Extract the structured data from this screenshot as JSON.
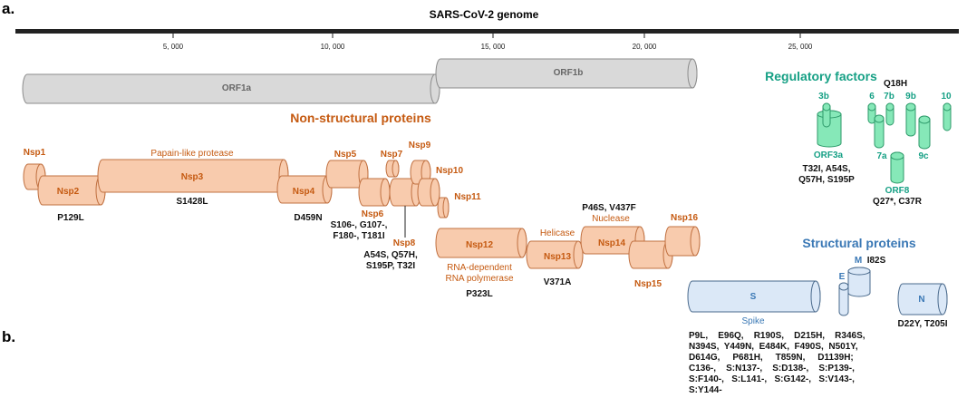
{
  "panel_labels": {
    "a": "a.",
    "b": "b."
  },
  "genome": {
    "title": "SARS-CoV-2 genome",
    "ticks": [
      "5, 000",
      "10, 000",
      "15, 000",
      "20, 000",
      "25, 000"
    ]
  },
  "orfs": {
    "orf1a": "ORF1a",
    "orf1b": "ORF1b"
  },
  "sections": {
    "nonstructural": "Non-structural proteins",
    "regulatory": "Regulatory factors",
    "structural": "Structural proteins"
  },
  "nsp": {
    "nsp1": "Nsp1",
    "nsp2": "Nsp2",
    "nsp3": "Nsp3",
    "nsp4": "Nsp4",
    "nsp5": "Nsp5",
    "nsp6": "Nsp6",
    "nsp7": "Nsp7",
    "nsp8": "Nsp8",
    "nsp9": "Nsp9",
    "nsp10": "Nsp10",
    "nsp11": "Nsp11",
    "nsp12": "Nsp12",
    "nsp13": "Nsp13",
    "nsp14": "Nsp14",
    "nsp15": "Nsp15",
    "nsp16": "Nsp16"
  },
  "descriptions": {
    "papain": "Papain-like protease",
    "helicase": "Helicase",
    "nuclease": "Nuclease",
    "rdrp_1": "RNA-dependent",
    "rdrp_2": "RNA polymerase",
    "spike": "Spike"
  },
  "mutations": {
    "nsp2": "P129L",
    "nsp3": "S1428L",
    "nsp4": "D459N",
    "nsp6": [
      "S106-, G107-,",
      "F180-, T181I"
    ],
    "nsp8": [
      "A54S, Q57H,",
      "S195P, T32I"
    ],
    "nsp12": "P323L",
    "nsp13": "V371A",
    "nsp14": "P46S, V437F",
    "orf3a": [
      "T32I, A54S,",
      "Q57H, S195P"
    ],
    "orf7a_top": "Q18H",
    "orf8": "Q27*, C37R",
    "m": "I82S",
    "n": "D22Y, T205I",
    "spike": [
      "P9L,    E96Q,    R190S,    D215H,    R346S,",
      "N394S,  Y449N,  E484K,  F490S,  N501Y,",
      "D614G,     P681H,     T859N,     D1139H;",
      "C136-,    S:N137-,    S:D138-,    S:P139-,",
      "S:F140-,   S:L141-,   S:G142-,   S:V143-,",
      "S:Y144-"
    ]
  },
  "regulatory": {
    "3b": "3b",
    "6": "6",
    "7b": "7b",
    "9b": "9b",
    "10": "10",
    "orf3a": "ORF3a",
    "7a": "7a",
    "9c": "9c",
    "orf8": "ORF8"
  },
  "structural": {
    "s": "S",
    "e": "E",
    "m": "M",
    "n": "N"
  },
  "colors": {
    "nsp_fill": "#f8cbad",
    "nsp_stroke": "#c07040",
    "nsp_text": "#c55a11",
    "orf_fill": "#d9d9d9",
    "orf_stroke": "#8c8c8c",
    "orf_text": "#666666",
    "reg_fill": "#86e8b8",
    "reg_stroke": "#2d9a6a",
    "reg_text": "#16a085",
    "str_fill": "#dbe8f7",
    "str_stroke": "#4a6a8c",
    "str_text": "#3a78b5"
  }
}
